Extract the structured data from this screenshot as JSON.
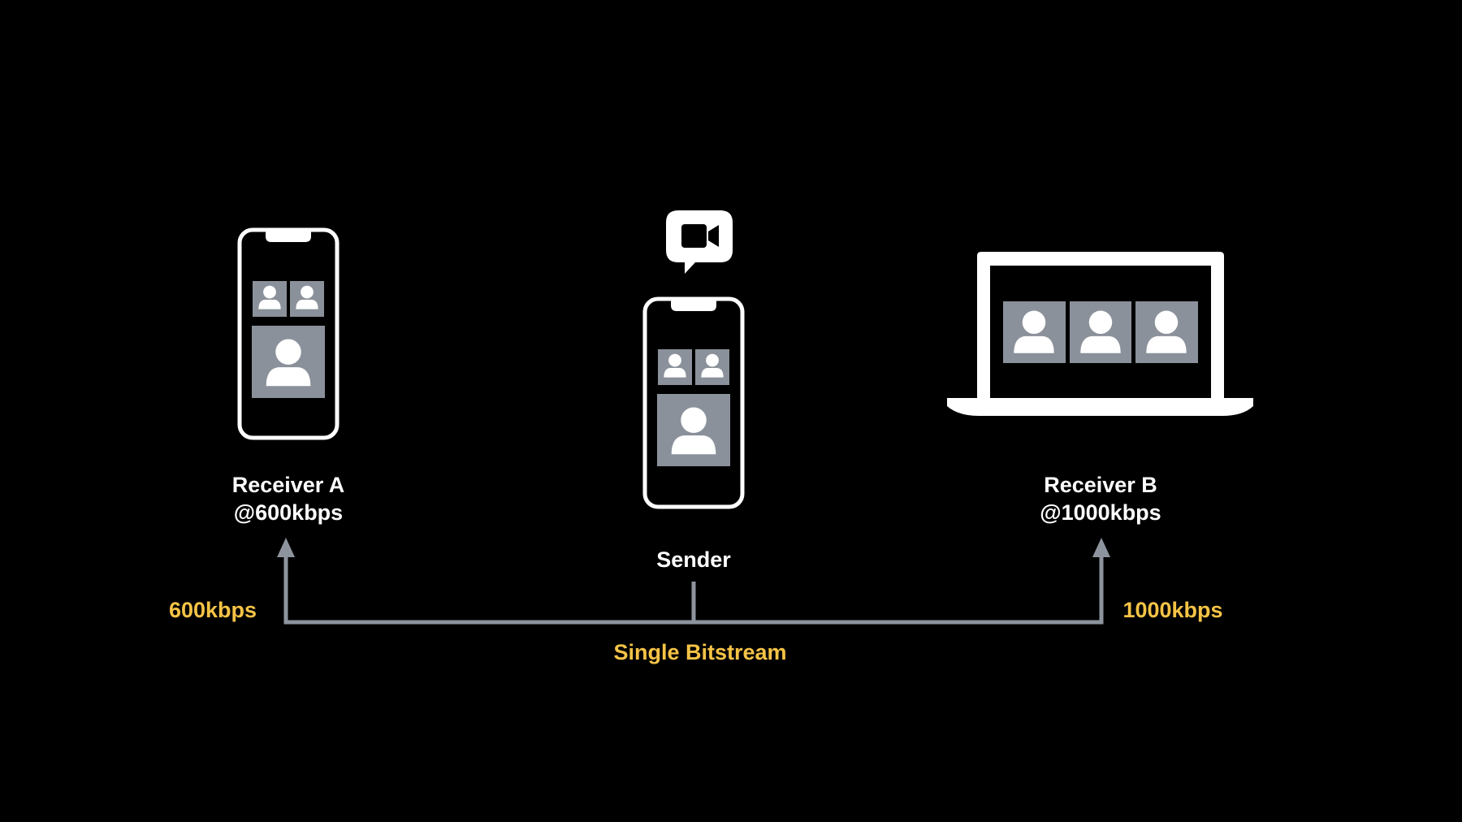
{
  "colors": {
    "background": "#000000",
    "device_outline": "#ffffff",
    "tile": "#8b919a",
    "avatar": "#ffffff",
    "connector": "#8e949e",
    "accent": "#f5c346"
  },
  "icons": {
    "facetime": "video-camera-speech-bubble-icon",
    "receiver_a_device": "phone-icon",
    "sender_device": "phone-icon",
    "receiver_b_device": "laptop-icon",
    "participant": "person-icon"
  },
  "receiver_a": {
    "name": "Receiver A",
    "rate": "@600kbps"
  },
  "sender": {
    "name": "Sender"
  },
  "receiver_b": {
    "name": "Receiver B",
    "rate": "@1000kbps"
  },
  "stream": {
    "left_rate": "600kbps",
    "right_rate": "1000kbps",
    "label": "Single Bitstream"
  }
}
